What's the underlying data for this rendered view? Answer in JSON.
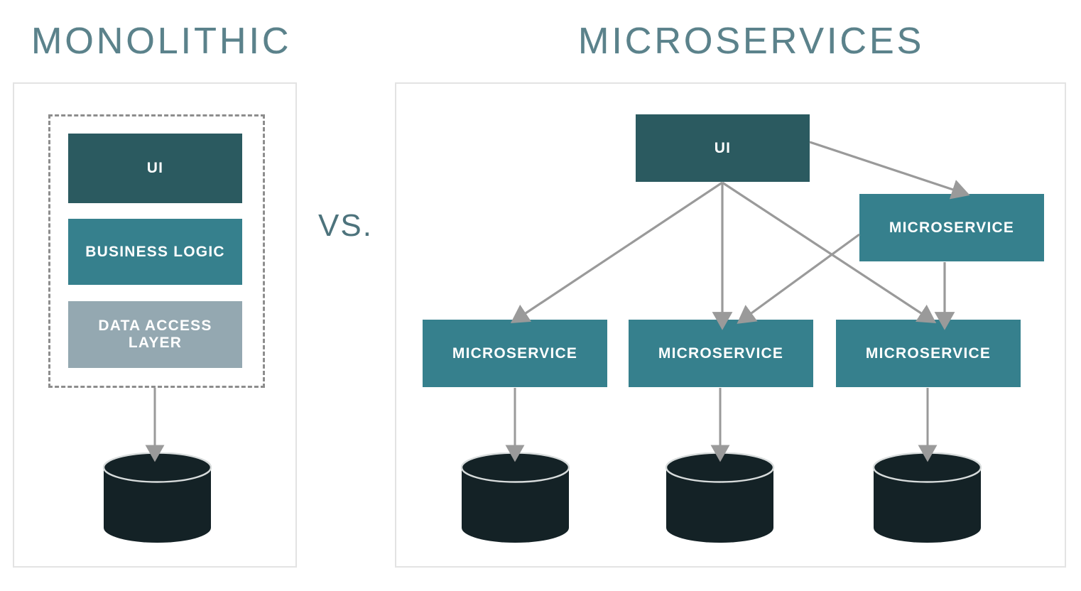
{
  "titles": {
    "monolithic": "MONOLITHIC",
    "microservices": "MICROSERVICES",
    "separator": "VS."
  },
  "colors": {
    "title_teal": "#5b828b",
    "box_dark_teal": "#2b5a60",
    "box_mid_teal": "#36808d",
    "box_light_slate": "#94a8b1",
    "arrow_gray": "#8d8d8d",
    "panel_border": "#e3e3e3",
    "database_dark": "#142226",
    "background": "#ffffff"
  },
  "monolithic": {
    "panel_label": "monolithic-panel",
    "layers": [
      {
        "label": "UI",
        "tone": "dark"
      },
      {
        "label": "BUSINESS LOGIC",
        "tone": "mid"
      },
      {
        "label": "DATA ACCESS LAYER",
        "tone": "light"
      }
    ],
    "database": {
      "label": "database-cylinder"
    }
  },
  "microservices": {
    "panel_label": "microservices-panel",
    "ui": {
      "label": "UI"
    },
    "top_service": {
      "label": "MICROSERVICE"
    },
    "bottom_services": [
      {
        "label": "MICROSERVICE"
      },
      {
        "label": "MICROSERVICE"
      },
      {
        "label": "MICROSERVICE"
      }
    ],
    "databases": [
      {
        "label": "database-cylinder"
      },
      {
        "label": "database-cylinder"
      },
      {
        "label": "database-cylinder"
      }
    ]
  },
  "chart_data": {
    "type": "diagram",
    "title": "MONOLITHIC VS. MICROSERVICES",
    "nodes": [
      {
        "id": "mono-ui",
        "label": "UI",
        "group": "monolithic",
        "tone": "dark"
      },
      {
        "id": "mono-business",
        "label": "BUSINESS LOGIC",
        "group": "monolithic",
        "tone": "mid"
      },
      {
        "id": "mono-data-access",
        "label": "DATA ACCESS LAYER",
        "group": "monolithic",
        "tone": "light"
      },
      {
        "id": "mono-db",
        "label": "database",
        "group": "monolithic",
        "tone": "database"
      },
      {
        "id": "ms-ui",
        "label": "UI",
        "group": "microservices",
        "tone": "dark"
      },
      {
        "id": "ms-top",
        "label": "MICROSERVICE",
        "group": "microservices",
        "tone": "mid"
      },
      {
        "id": "ms-bottom-1",
        "label": "MICROSERVICE",
        "group": "microservices",
        "tone": "mid"
      },
      {
        "id": "ms-bottom-2",
        "label": "MICROSERVICE",
        "group": "microservices",
        "tone": "mid"
      },
      {
        "id": "ms-bottom-3",
        "label": "MICROSERVICE",
        "group": "microservices",
        "tone": "mid"
      },
      {
        "id": "ms-db-1",
        "label": "database",
        "group": "microservices",
        "tone": "database"
      },
      {
        "id": "ms-db-2",
        "label": "database",
        "group": "microservices",
        "tone": "database"
      },
      {
        "id": "ms-db-3",
        "label": "database",
        "group": "microservices",
        "tone": "database"
      }
    ],
    "edges": [
      {
        "from": "mono-data-access",
        "to": "mono-db"
      },
      {
        "from": "ms-ui",
        "to": "ms-top"
      },
      {
        "from": "ms-ui",
        "to": "ms-bottom-1"
      },
      {
        "from": "ms-ui",
        "to": "ms-bottom-2"
      },
      {
        "from": "ms-ui",
        "to": "ms-bottom-3"
      },
      {
        "from": "ms-top",
        "to": "ms-bottom-2"
      },
      {
        "from": "ms-top",
        "to": "ms-bottom-3"
      },
      {
        "from": "ms-bottom-1",
        "to": "ms-db-1"
      },
      {
        "from": "ms-bottom-2",
        "to": "ms-db-2"
      },
      {
        "from": "ms-bottom-3",
        "to": "ms-db-3"
      }
    ]
  }
}
